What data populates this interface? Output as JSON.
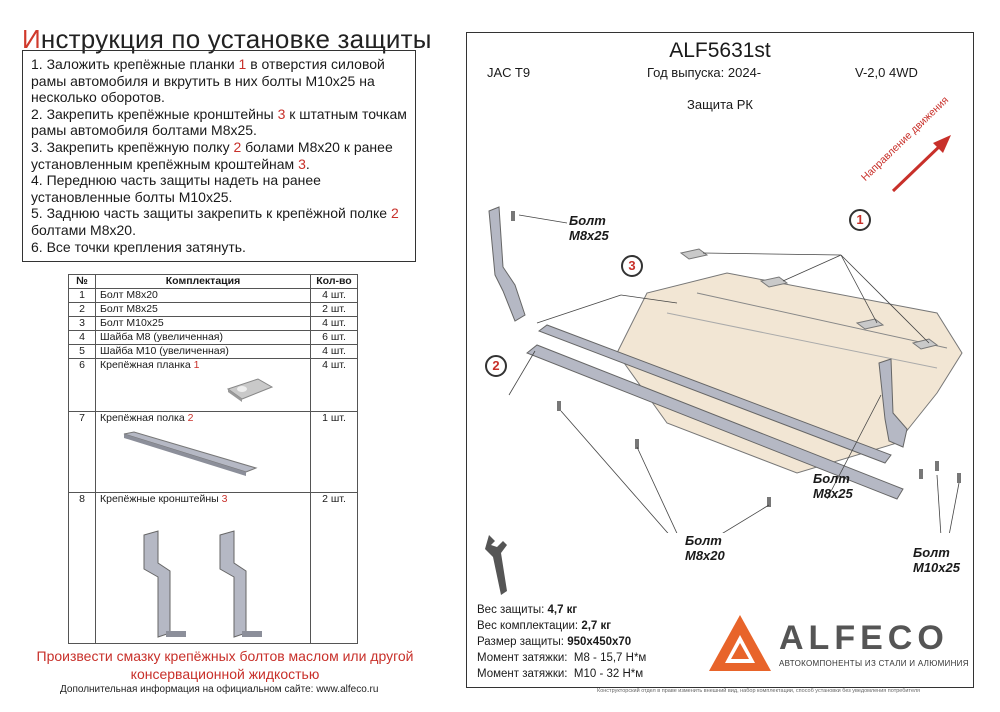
{
  "title": {
    "first_letter": "И",
    "rest": "нструкция по установке защиты"
  },
  "steps": [
    {
      "a": "1. Заложить крепёжные планки ",
      "red": "1",
      "b": " в отверстия силовой рамы автомобиля и вкрутить в них болты М10х25 на несколько оборотов."
    },
    {
      "a": "2. Закрепить крепёжные кронштейны ",
      "red": "3",
      "b": " к штатным точкам рамы автомобиля болтами М8х25."
    },
    {
      "a": "3. Закрепить крепёжную полку ",
      "red": "2",
      "b": " болами М8х20 к ранее установленным крепёжным кроштейнам ",
      "red2": "3",
      "c": "."
    },
    {
      "a": "4. Переднюю часть защиты надеть на ранее установленные болты М10х25.",
      "red": "",
      "b": ""
    },
    {
      "a": "5. Заднюю часть защиты закрепить к крепёжной полке ",
      "red": "2",
      "b": " болтами М8х20."
    },
    {
      "a": "6. Все точки крепления затянуть.",
      "red": "",
      "b": ""
    }
  ],
  "table": {
    "headers": [
      "№",
      "Комплектация",
      "Кол-во"
    ],
    "rows": [
      {
        "n": "1",
        "name": "Болт М8х20",
        "qty": "4 шт."
      },
      {
        "n": "2",
        "name": "Болт М8х25",
        "qty": "2 шт."
      },
      {
        "n": "3",
        "name": "Болт М10х25",
        "qty": "4 шт."
      },
      {
        "n": "4",
        "name": "Шайба М8 (увеличенная)",
        "qty": "6 шт."
      },
      {
        "n": "5",
        "name": "Шайба М10 (увеличенная)",
        "qty": "4 шт."
      },
      {
        "n": "6",
        "name": "Крепёжная планка ",
        "red": "1",
        "qty": "4 шт."
      },
      {
        "n": "7",
        "name": "Крепёжная полка ",
        "red": "2",
        "qty": "1 шт."
      },
      {
        "n": "8",
        "name": "Крепёжные кронштейны ",
        "red": "3",
        "qty": "2 шт."
      }
    ]
  },
  "footer": {
    "warning": "Произвести смазку крепёжных болтов маслом или другой консервационной жидкостью",
    "info": "Дополнительная информация на официальном сайте: www.alfeco.ru"
  },
  "right": {
    "article": "ALF5631st",
    "car": "JAC T9",
    "year": "Год выпуска: 2024-",
    "engine": "V-2,0 4WD",
    "part_name": "Защита РК",
    "direction": "Направление движения",
    "labels": {
      "bolt_m8x25_top_1": "Болт",
      "bolt_m8x25_top_2": "М8х25",
      "bolt_m8x25_mid_1": "Болт",
      "bolt_m8x25_mid_2": "М8х25",
      "bolt_m8x20_1": "Болт",
      "bolt_m8x20_2": "М8х20",
      "bolt_m10x25_1": "Болт",
      "bolt_m10x25_2": "М10х25"
    },
    "callouts": {
      "one": "1",
      "two": "2",
      "three": "3"
    },
    "specs": {
      "weight_label": "Вес защиты:",
      "weight": "4,7 кг",
      "kit_label": "Вес комплектации:",
      "kit": "2,7 кг",
      "size_label": "Размер защиты:",
      "size": "950х450х70",
      "torque1_label": "Момент затяжки:",
      "torque1": "М8 - 15,7 Н*м",
      "torque2_label": "Момент затяжки:",
      "torque2": "М10 - 32 Н*м"
    },
    "brand": "ALFECO",
    "brand_sub": "АВТОКОМПОНЕНТЫ ИЗ СТАЛИ И АЛЮМИНИЯ",
    "copyright": "Конструкторский отдел в праве изменить внешний вид, набор комплектации, способ установки без уведомления потребителя",
    "colors": {
      "accent": "#c8302a",
      "plate": "#f2e6d4",
      "brand_orange": "#e8642a"
    }
  }
}
